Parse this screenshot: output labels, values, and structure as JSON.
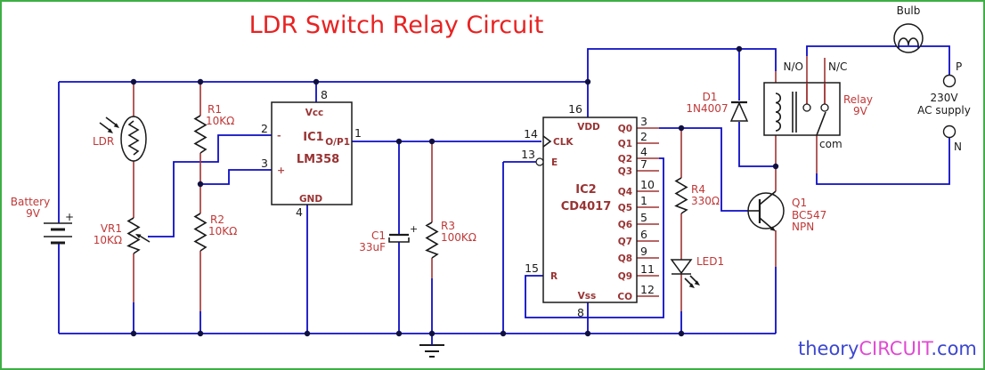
{
  "title": "LDR Switch Relay Circuit",
  "colors": {
    "wire": "#0d0dc4",
    "lead": "#a03434",
    "label": "#c03838",
    "ic_label": "#993333",
    "title": "#e82222",
    "border": "#3faf46",
    "watermark_blue": "#3c47cf",
    "watermark_magenta": "#e04ad2"
  },
  "battery": {
    "label": "Battery",
    "value": "9V",
    "plus": "+"
  },
  "ldr": {
    "label": "LDR"
  },
  "r1": {
    "ref": "R1",
    "value": "10KΩ"
  },
  "r2": {
    "ref": "R2",
    "value": "10KΩ"
  },
  "vr1": {
    "ref": "VR1",
    "value": "10KΩ"
  },
  "r3": {
    "ref": "R3",
    "value": "100KΩ"
  },
  "r4": {
    "ref": "R4",
    "value": "330Ω"
  },
  "c1": {
    "ref": "C1",
    "value": "33uF",
    "plus": "+"
  },
  "d1": {
    "ref": "D1",
    "value": "1N4007"
  },
  "led1": {
    "ref": "LED1"
  },
  "q1": {
    "ref": "Q1",
    "part": "BC547",
    "type": "NPN"
  },
  "ic1": {
    "ref": "IC1",
    "part": "LM358",
    "p8": "8",
    "vcc": "Vcc",
    "p2": "2",
    "p3": "3",
    "minus": "-",
    "plus": "+",
    "p1": "1",
    "out": "O/P1",
    "gnd": "GND",
    "p4": "4"
  },
  "ic2": {
    "ref": "IC2",
    "part": "CD4017",
    "clk_num": "14",
    "clk": "CLK",
    "en_num": "13",
    "en": "E",
    "rst_num": "15",
    "rst": "R",
    "vdd_num": "16",
    "vdd": "VDD",
    "vss_num": "8",
    "vss": "Vss",
    "right": [
      {
        "label": "Q0",
        "num": "3"
      },
      {
        "label": "Q1",
        "num": "2"
      },
      {
        "label": "Q2",
        "num": "4"
      },
      {
        "label": "Q3",
        "num": "7"
      },
      {
        "label": "Q4",
        "num": "10"
      },
      {
        "label": "Q5",
        "num": "1"
      },
      {
        "label": "Q6",
        "num": "5"
      },
      {
        "label": "Q7",
        "num": "6"
      },
      {
        "label": "Q8",
        "num": "9"
      },
      {
        "label": "Q9",
        "num": "11"
      },
      {
        "label": "CO",
        "num": "12"
      }
    ]
  },
  "relay": {
    "no": "N/O",
    "nc": "N/C",
    "com": "com",
    "ref": "Relay",
    "value": "9V"
  },
  "bulb": {
    "label": "Bulb"
  },
  "ac": {
    "p": "P",
    "voltage": "230V",
    "supply": "AC supply",
    "n": "N"
  },
  "watermark": {
    "prefix": "theory",
    "brand": "CIRCUIT",
    "suffix": ".com"
  }
}
